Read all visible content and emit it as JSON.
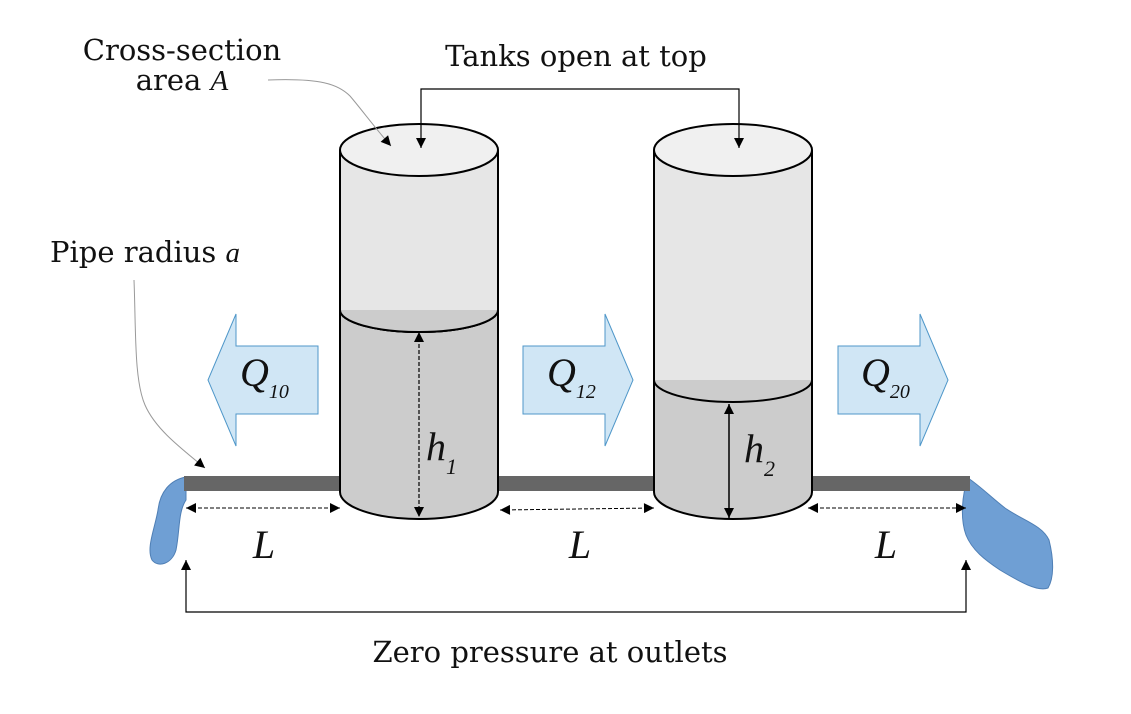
{
  "labels": {
    "cross_section_line1": "Cross-section",
    "cross_section_line2": "area",
    "cross_section_symbol": "A",
    "tanks_open": "Tanks open at top",
    "pipe_radius": "Pipe radius",
    "pipe_radius_symbol": "a",
    "zero_pressure": "Zero pressure at outlets"
  },
  "flows": [
    {
      "symbol": "Q",
      "subscript": "10"
    },
    {
      "symbol": "Q",
      "subscript": "12"
    },
    {
      "symbol": "Q",
      "subscript": "20"
    }
  ],
  "heights": [
    {
      "symbol": "h",
      "subscript": "1"
    },
    {
      "symbol": "h",
      "subscript": "2"
    }
  ],
  "segment_lengths": [
    "L",
    "L",
    "L"
  ],
  "colors": {
    "tank_empty": "#e6e6e6",
    "tank_top": "#f0f0f0",
    "fluid": "#cccccc",
    "pipe": "#666666",
    "flow_arrow": "#d0e6f5",
    "flow_arrow_stroke": "#4f97c9",
    "water": "#6f9fd4"
  }
}
